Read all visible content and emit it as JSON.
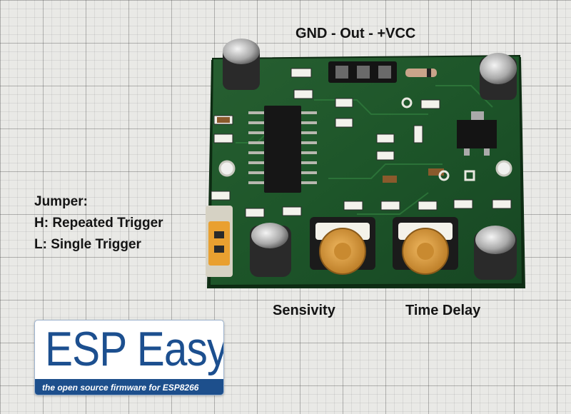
{
  "annotations": {
    "pins": "GND - Out - +VCC",
    "jumper_title": "Jumper:",
    "jumper_h": "H: Repeated Trigger",
    "jumper_l": "L: Single Trigger",
    "sensitivity": "Sensivity",
    "time_delay": "Time Delay"
  },
  "logo": {
    "title": "ESP Easy",
    "subtitle": "the open source firmware for ESP8266"
  },
  "colors": {
    "pcb": "#1f5a2c",
    "pot": "#d99a3a",
    "logo_blue": "#1c4f8f"
  }
}
